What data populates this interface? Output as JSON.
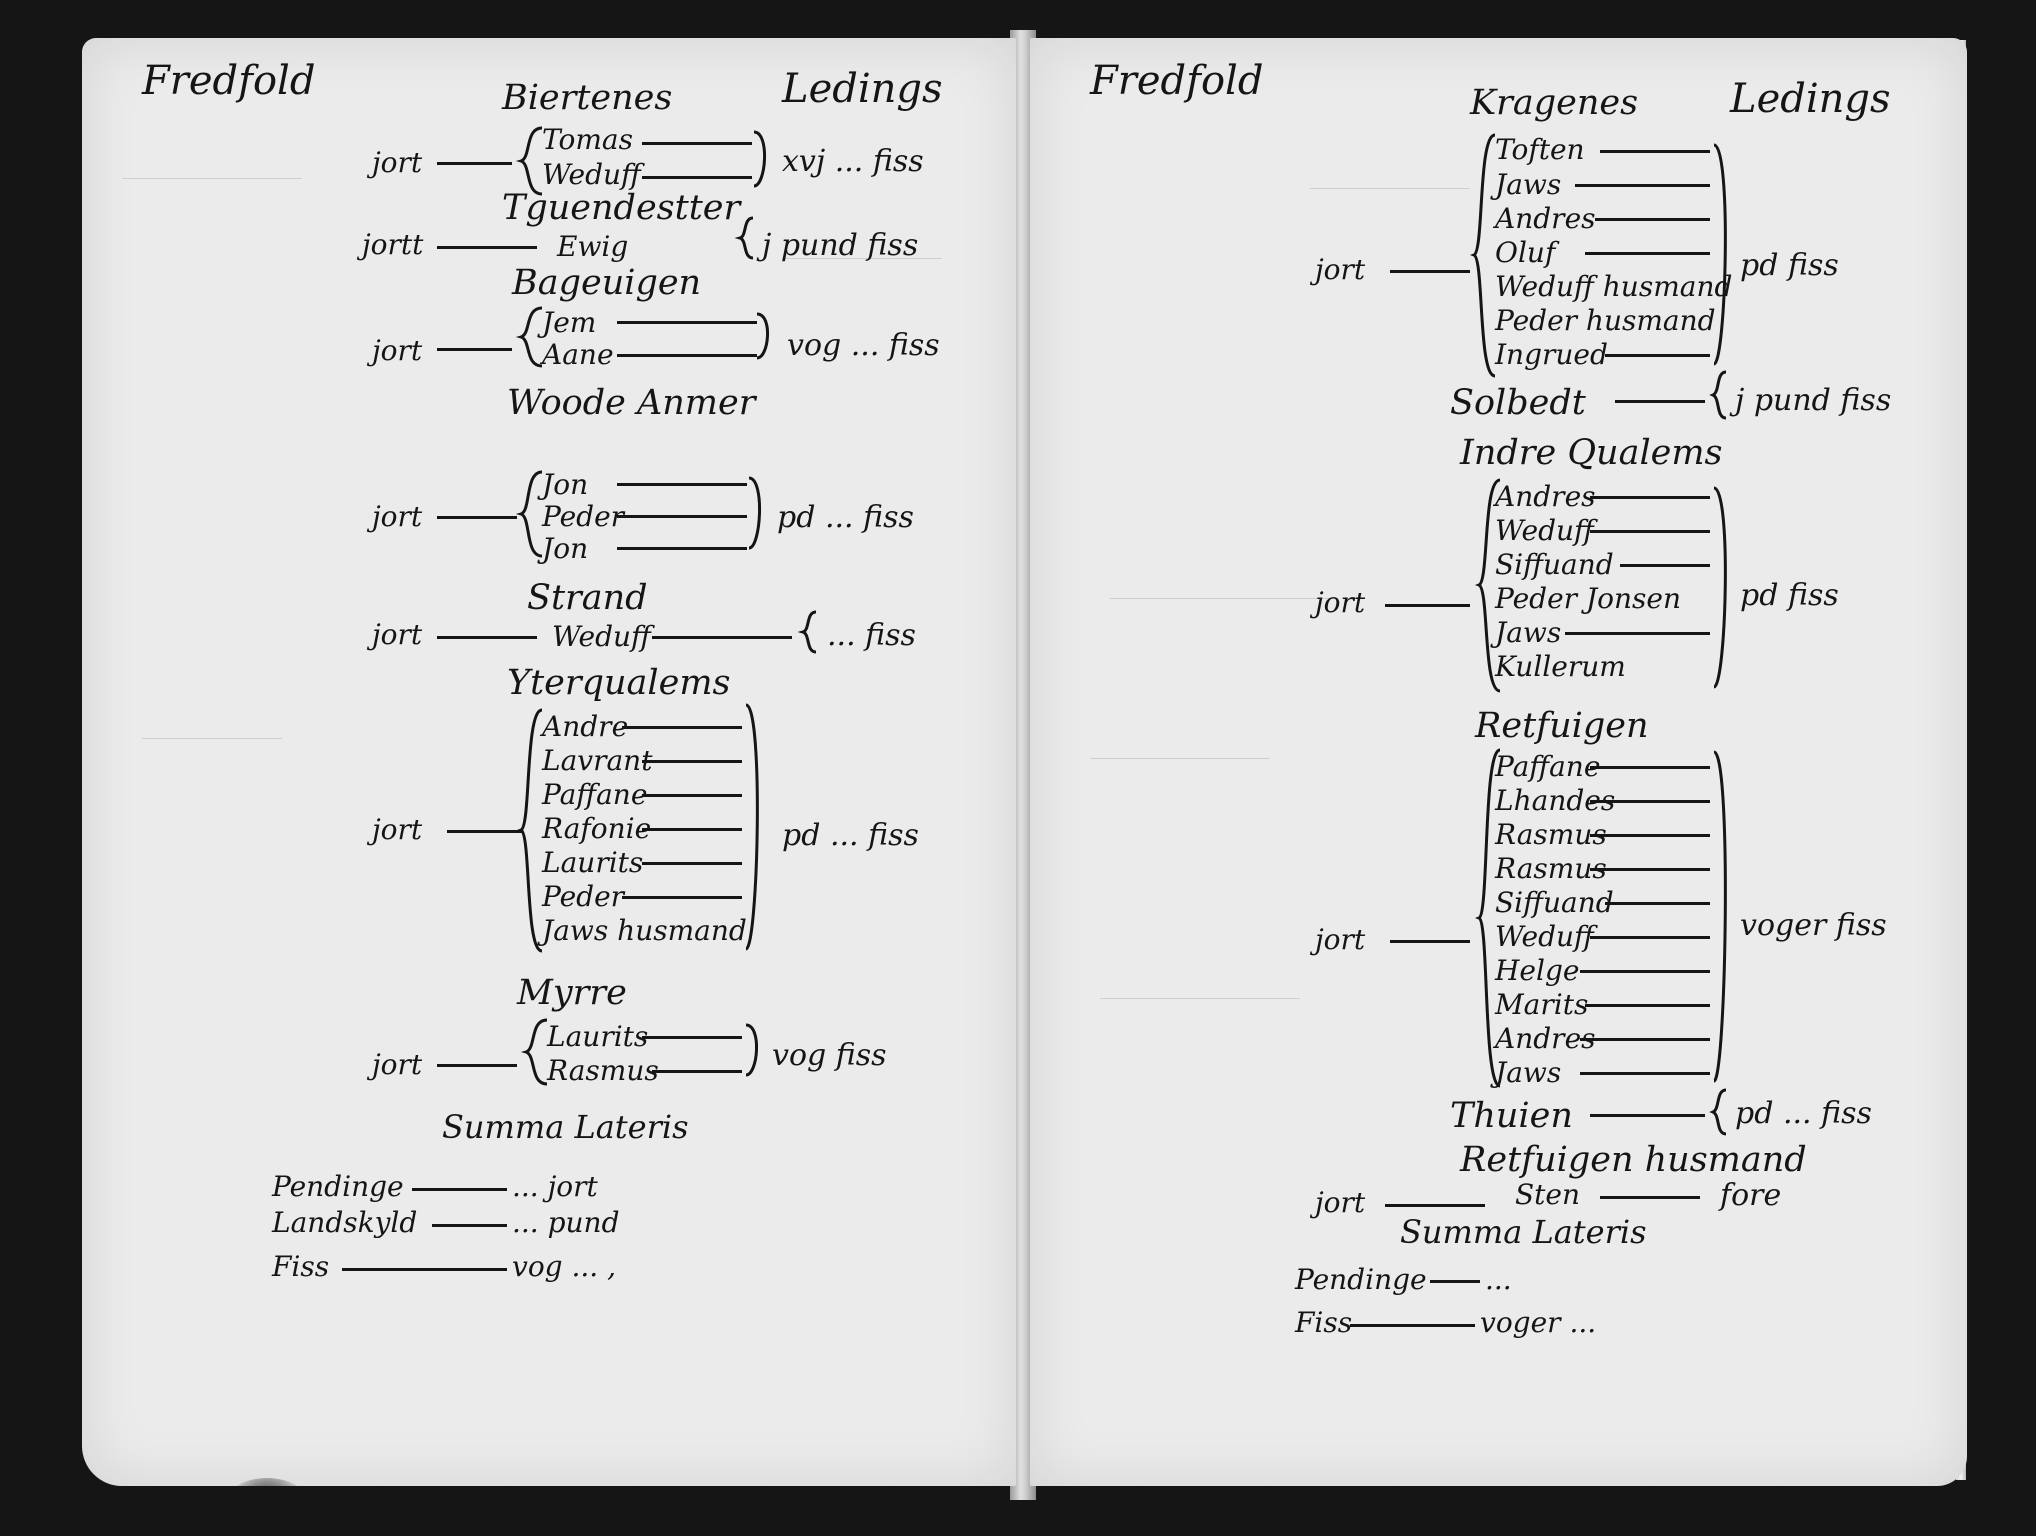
{
  "left_page": {
    "header_place": "Fredfold",
    "header_column": "Ledings",
    "entries": [
      {
        "location": "Biertenes",
        "names": [
          "Tomas",
          "Weduff"
        ],
        "land": "jort",
        "amount": "xvj ... fiss"
      },
      {
        "location": "Tguendestter",
        "names": [
          "Ewig"
        ],
        "land": "jortt",
        "amount": "j pund fiss"
      },
      {
        "location": "Bageuigen",
        "names": [
          "Jem",
          "Aane"
        ],
        "land": "jort",
        "amount": "vog ... fiss"
      },
      {
        "location": "Woode Anmer",
        "names": [
          "Jon",
          "Peder",
          "Jon"
        ],
        "land": "jort",
        "amount": "pd ... fiss"
      },
      {
        "location": "Strand",
        "names": [
          "Weduff"
        ],
        "land": "jort",
        "amount": "... fiss"
      },
      {
        "location": "Yterqualems",
        "names": [
          "Andre",
          "Lavrant",
          "Paffane",
          "Rafonie",
          "Laurits",
          "Peder",
          "Jaws husmand"
        ],
        "land": "jort",
        "amount": "pd ... fiss"
      },
      {
        "location": "Myrre",
        "names": [
          "Laurits",
          "Rasmus"
        ],
        "land": "jort",
        "amount": "vog fiss"
      }
    ],
    "summa_title": "Summa Lateris",
    "summa": [
      {
        "label": "Pendinge",
        "value": "... jort"
      },
      {
        "label": "Landskyld",
        "value": "... pund"
      },
      {
        "label": "Fiss",
        "value": "vog ... ,"
      }
    ]
  },
  "right_page": {
    "header_place": "Fredfold",
    "header_column": "Ledings",
    "entries": [
      {
        "location": "Kragenes",
        "names": [
          "Toften",
          "Jaws",
          "Andres",
          "Oluf",
          "Weduff husmand",
          "Peder husmand",
          "Ingrued"
        ],
        "land": "jort",
        "amount": "pd fiss"
      },
      {
        "location": "Solbedt",
        "names": [],
        "land": "",
        "amount": "j pund fiss"
      },
      {
        "location": "Indre Qualems",
        "names": [
          "Andres",
          "Weduff",
          "Siffuand",
          "Peder Jonsen",
          "Jaws",
          "Kullerum"
        ],
        "land": "jort",
        "amount": "pd fiss"
      },
      {
        "location": "Retfuigen",
        "names": [
          "Paffane",
          "Lhandes",
          "Rasmus",
          "Rasmus",
          "Siffuand",
          "Weduff",
          "Helge",
          "Marits",
          "Andres",
          "Jaws"
        ],
        "land": "jort",
        "amount": "voger fiss"
      },
      {
        "location": "Thuien",
        "names": [],
        "land": "",
        "amount": "pd ... fiss"
      },
      {
        "location": "Retfuigen husmand",
        "names": [
          "Sten"
        ],
        "land": "jort",
        "amount": "fore"
      }
    ],
    "summa_title": "Summa Lateris",
    "summa": [
      {
        "label": "Pendinge",
        "value": "..."
      },
      {
        "label": "Fiss",
        "value": "voger ..."
      }
    ]
  },
  "colors": {
    "paper": "#ebebeb",
    "ink": "#151515",
    "background": "#151515"
  }
}
